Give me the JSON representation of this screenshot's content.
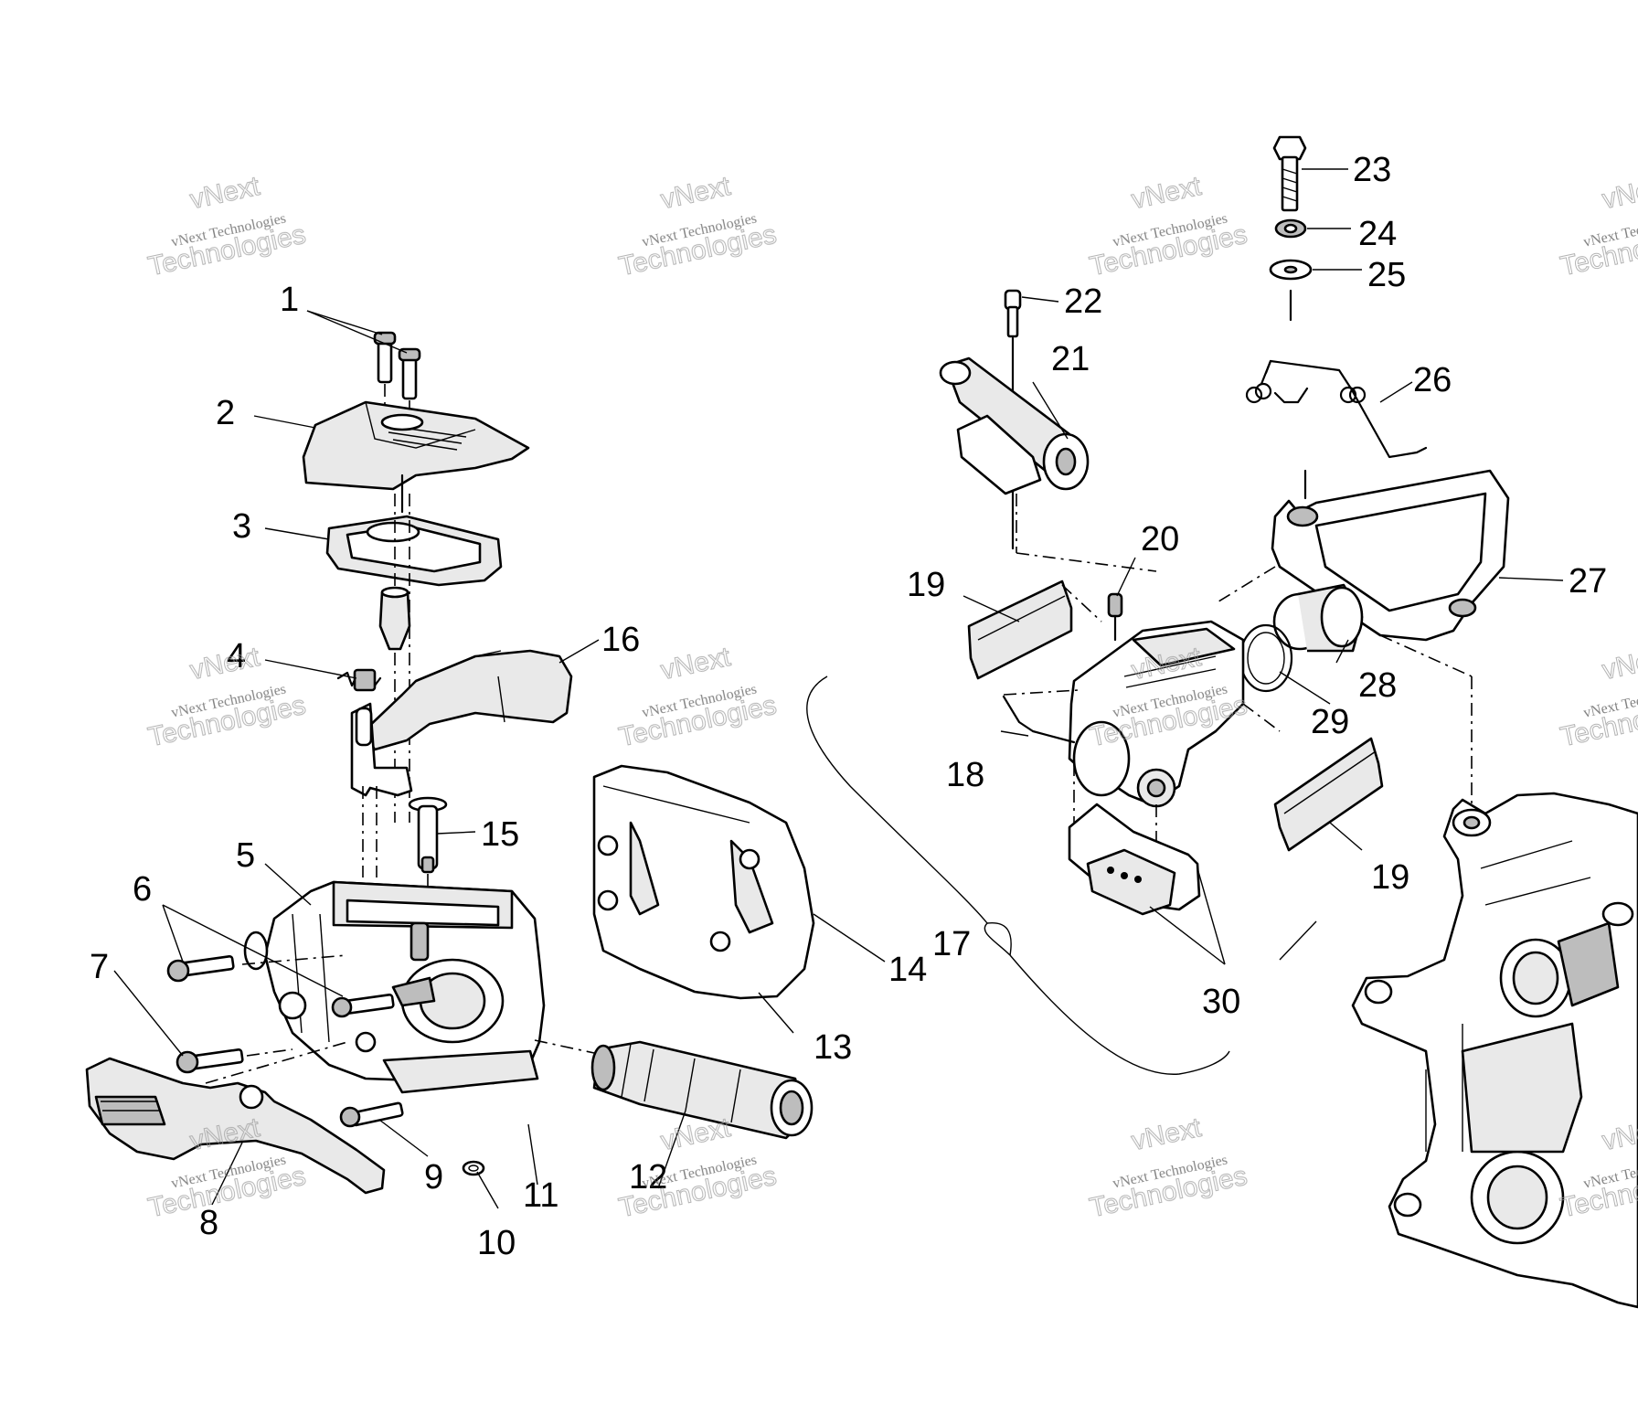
{
  "diagram": {
    "callouts": {
      "c1": "1",
      "c2": "2",
      "c3": "3",
      "c4": "4",
      "c5": "5",
      "c6": "6",
      "c7": "7",
      "c8": "8",
      "c9": "9",
      "c10": "10",
      "c11": "11",
      "c12": "12",
      "c13": "13",
      "c14": "14",
      "c15": "15",
      "c16": "16",
      "c17": "17",
      "c18": "18",
      "c19a": "19",
      "c19b": "19",
      "c20": "20",
      "c21": "21",
      "c22": "22",
      "c23": "23",
      "c24": "24",
      "c25": "25",
      "c26": "26",
      "c27": "27",
      "c28": "28",
      "c29": "29",
      "c30": "30"
    }
  },
  "watermark": {
    "line1": "vNext",
    "line2": "vNext Technologies",
    "line3": "Technologies"
  },
  "colors": {
    "ink": "#000000",
    "background": "#ffffff",
    "watermark": "#9a9a9a"
  }
}
